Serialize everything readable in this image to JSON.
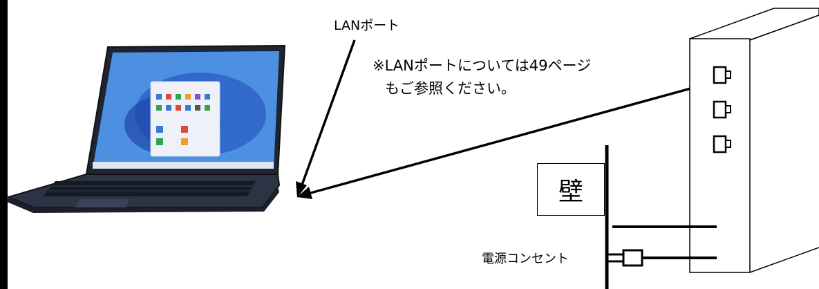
{
  "labels": {
    "lan_port": "LANポート",
    "lan_note_line1": "※LANポートについては49ページ",
    "lan_note_line2": "もご参照ください。",
    "wall": "壁",
    "power_outlet": "電源コンセント"
  },
  "colors": {
    "laptop_body": "#2c3344",
    "screen_bg": "#3f7fd6",
    "line": "#000000"
  }
}
